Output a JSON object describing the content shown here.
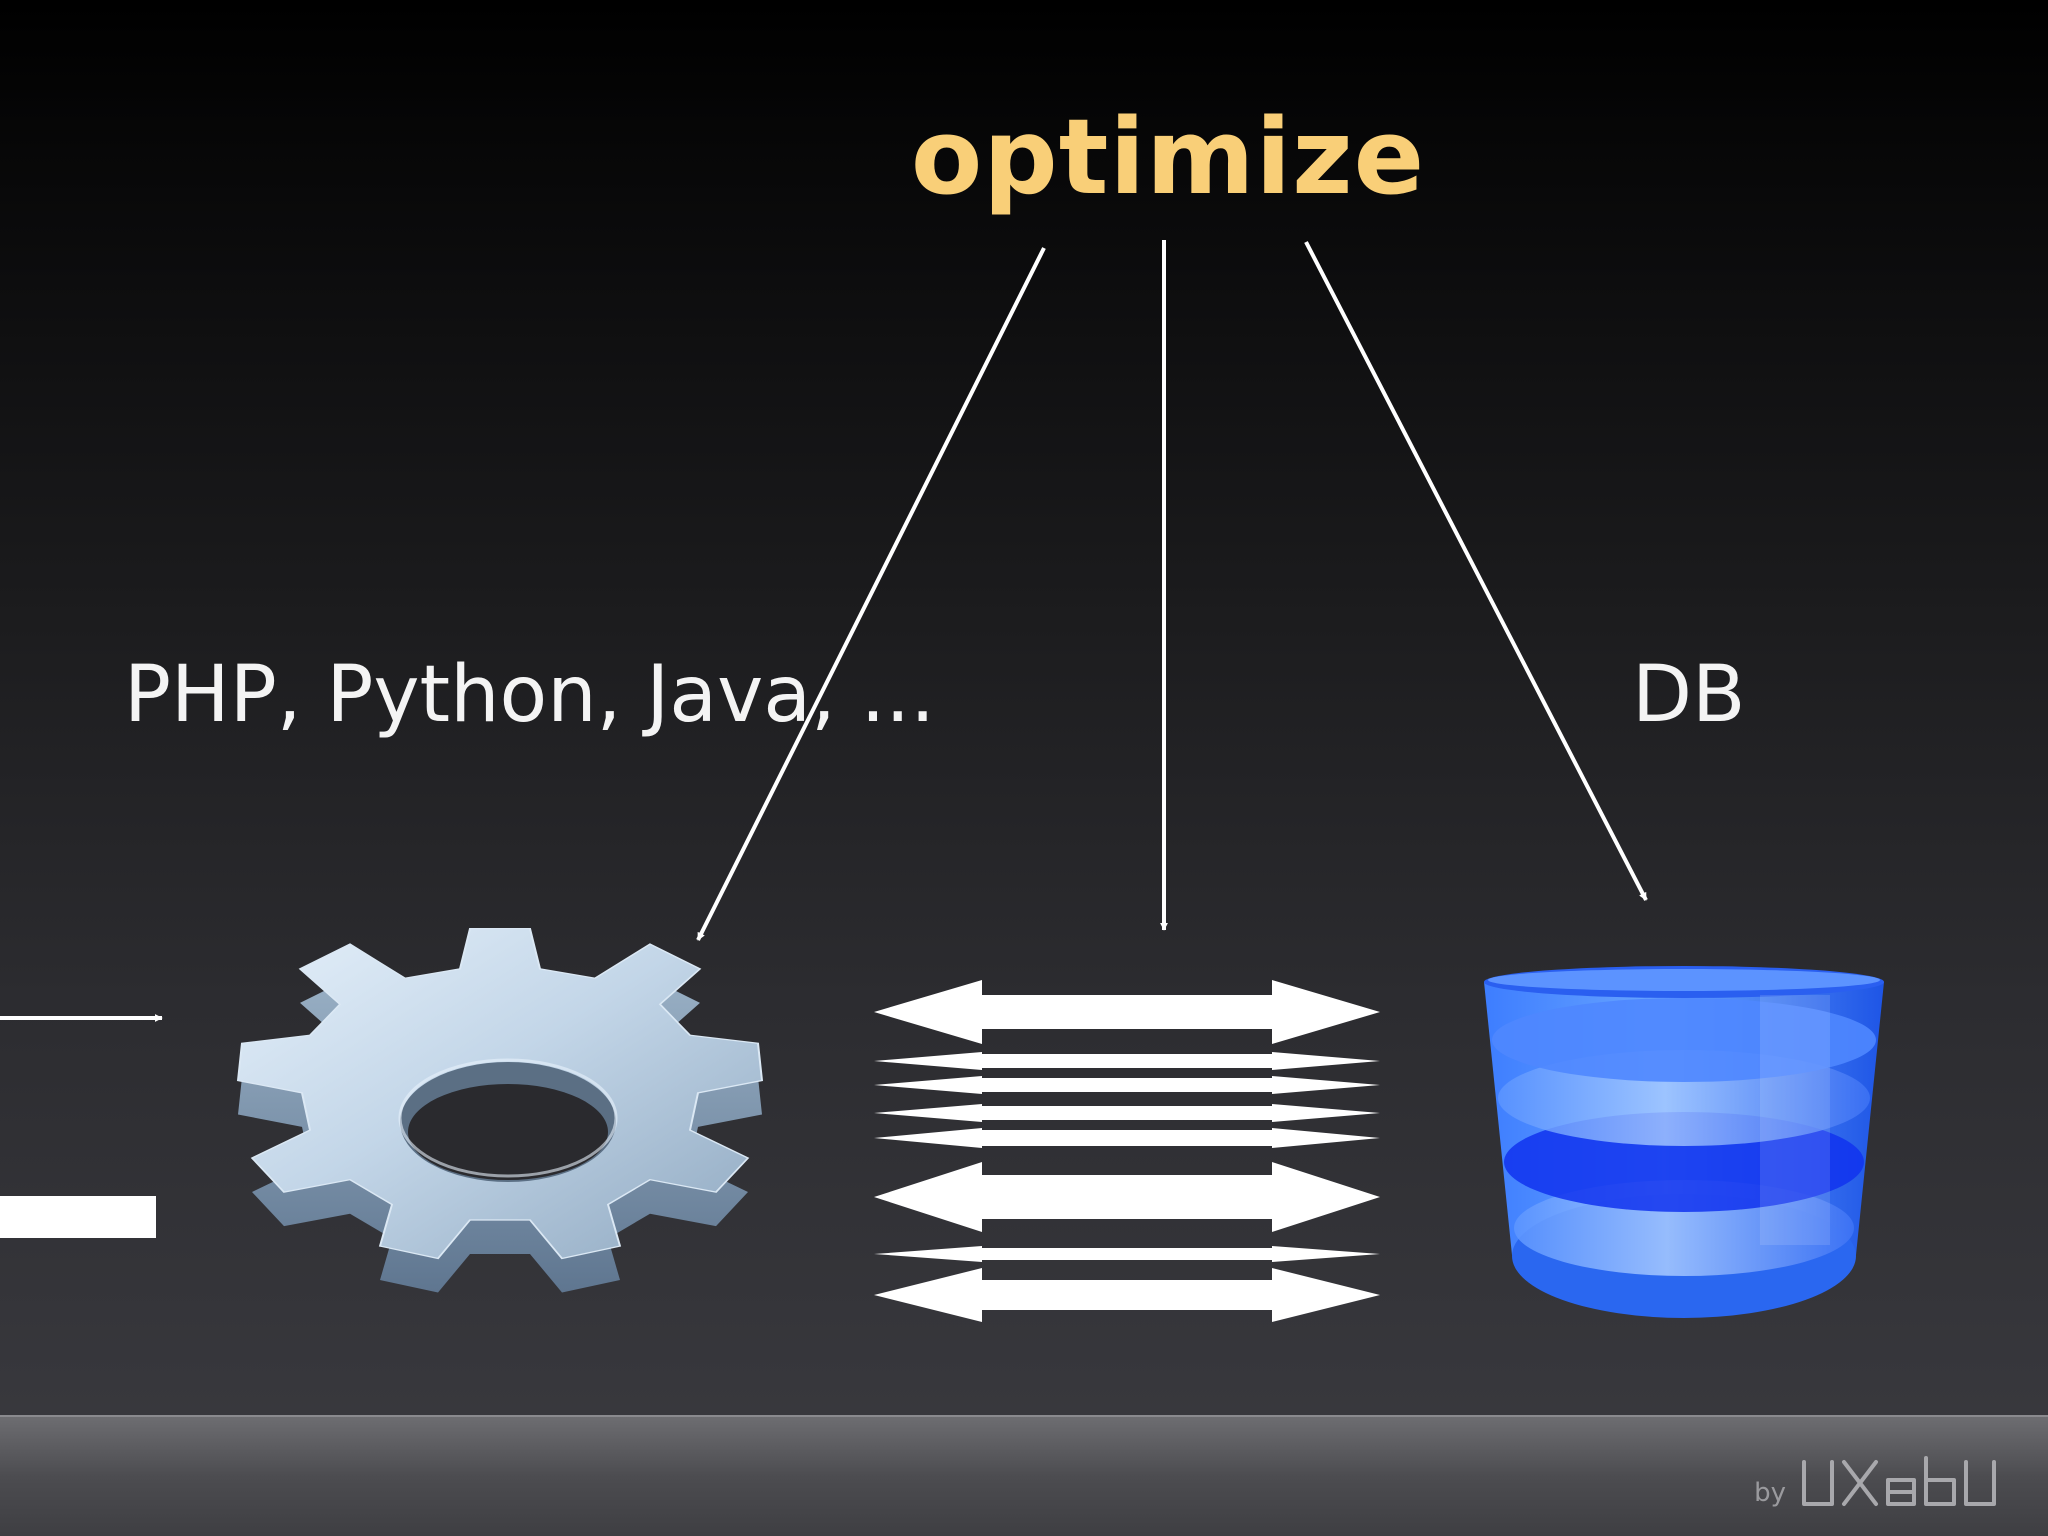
{
  "title": "optimize",
  "labels": {
    "languages": "PHP, Python, Java, ...",
    "database": "DB"
  },
  "footer": {
    "by_text": "by",
    "logo_text": "uxebu"
  },
  "icons": {
    "app_server": "gear-icon",
    "network": "bidirectional-arrows-icon",
    "database": "database-cylinder-icon"
  },
  "colors": {
    "title": "#f9cf78",
    "text": "#f4f4f4",
    "gear": "#b7cde0",
    "database": "#2f73ff",
    "arrows": "#ffffff"
  }
}
